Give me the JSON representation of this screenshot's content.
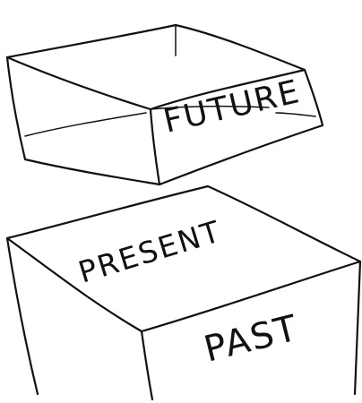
{
  "boxes": {
    "future_label": "FUTURE",
    "present_label": "PRESENT",
    "past_label": "PAST"
  },
  "style": {
    "ink_color": "#111111",
    "background_color": "#ffffff"
  }
}
